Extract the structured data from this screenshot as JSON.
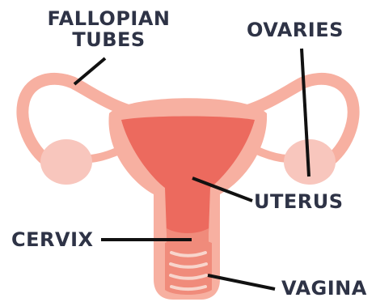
{
  "labels": {
    "fallopian_tubes_line1": "FALLOPIAN",
    "fallopian_tubes_line2": "TUBES",
    "ovaries": "OVARIES",
    "uterus": "UTERUS",
    "cervix": "CERVIX",
    "vagina": "VAGINA"
  },
  "colors": {
    "outer_tissue": "#f7b0a1",
    "inner_tissue": "#f08b7b",
    "uterine_cavity": "#ec6a5e",
    "ovary": "#f8c6bd",
    "vaginal_ridge": "#f8d5cc",
    "leader_line": "#111111",
    "label_text": "#2e3346"
  }
}
